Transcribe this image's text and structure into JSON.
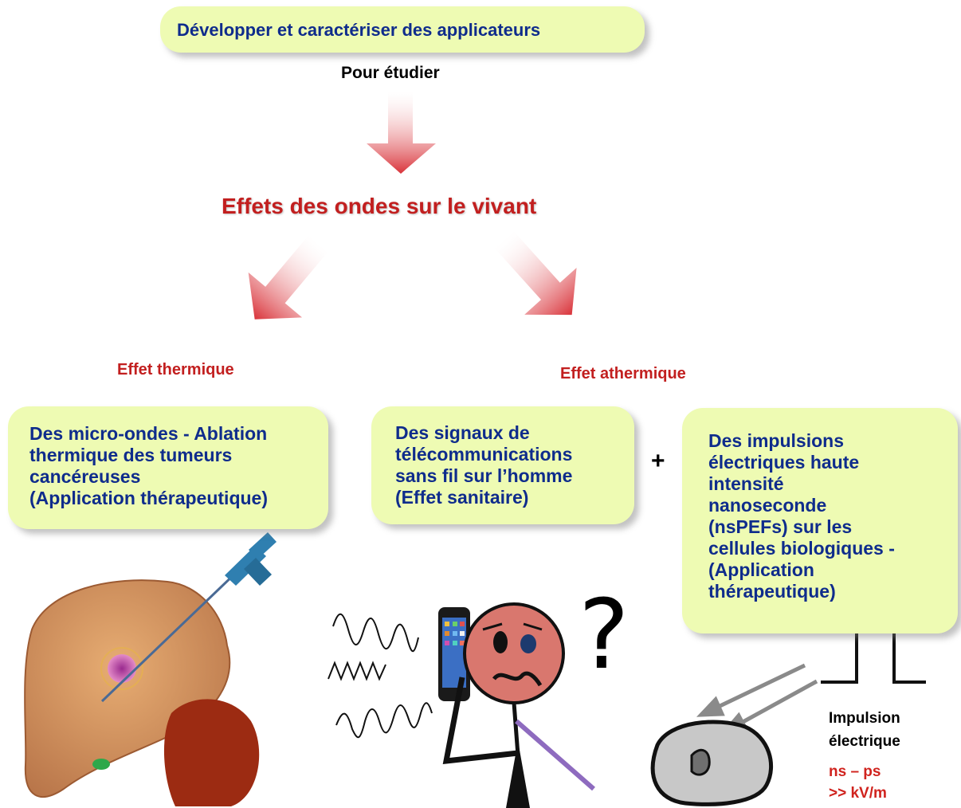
{
  "top_box": "Développer et caractériser des applicateurs",
  "pour_etudier": "Pour étudier",
  "main_title": "Effets des ondes sur le vivant",
  "left_heading": "Effet thermique",
  "right_heading": "Effet athermique",
  "box_micro": "Des micro-ondes - Ablation\nthermique des tumeurs\ncancéreuses\n(Application thérapeutique)",
  "box_telecom": "Des signaux de\ntélécommunications\nsans fil sur l’homme\n(Effet sanitaire)",
  "plus": "+",
  "box_impulses": "Des impulsions\nélectriques haute\nintensité\nnanoseconde\n(nsPEFs) sur les\ncellules biologiques -\n(Application\nthérapeutique)",
  "question_mark": "?",
  "pulse_label": "Impulsion\nélectrique",
  "pulse_params": "ns – ps\n>> kV/m",
  "colors": {
    "box_fill": "#eefbb3",
    "box_text": "#0f2c8c",
    "accent_red": "#c21f1f"
  }
}
